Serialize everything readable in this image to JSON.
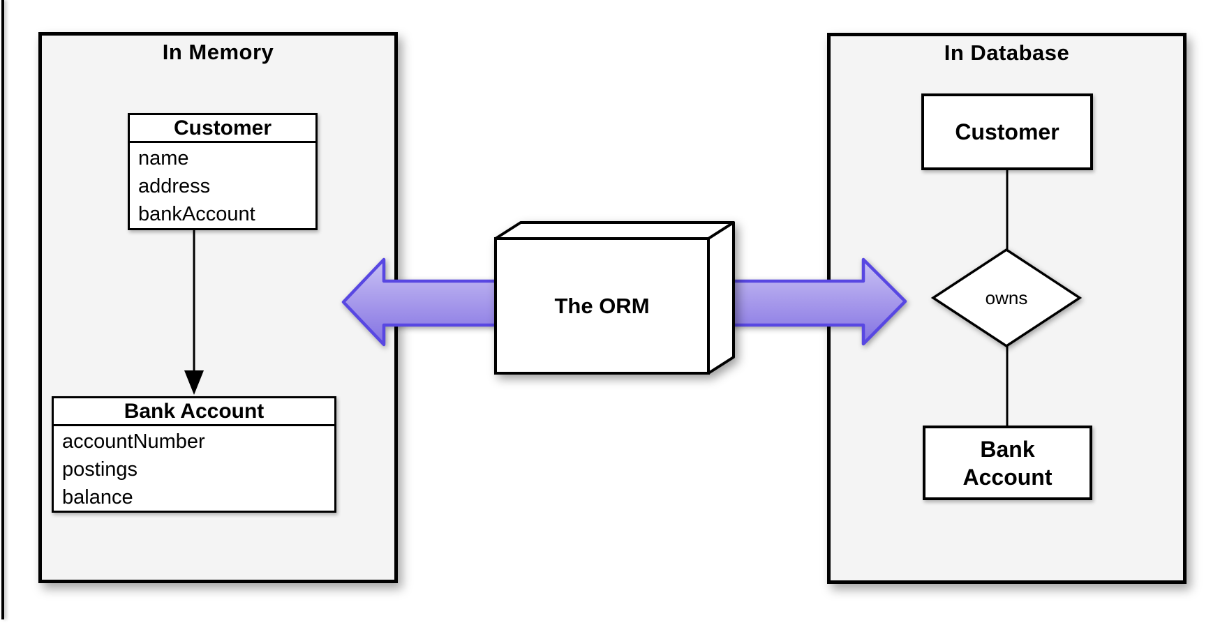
{
  "left_panel": {
    "title": "In Memory",
    "customer_class": {
      "title": "Customer",
      "attributes": [
        "name",
        "address",
        "bankAccount"
      ]
    },
    "bank_account_class": {
      "title": "Bank Account",
      "attributes": [
        "accountNumber",
        "postings",
        "balance"
      ]
    }
  },
  "center": {
    "orm_box_label": "The ORM"
  },
  "right_panel": {
    "title": "In Database",
    "customer_entity": {
      "label": "Customer"
    },
    "relationship": {
      "label": "owns"
    },
    "bank_account_entity": {
      "label": "Bank Account"
    }
  },
  "colors": {
    "arrow_border": "#5847e2",
    "arrow_fill_top": "#c9c2f4",
    "arrow_fill_mid": "#a395ea",
    "arrow_fill_bottom": "#8272e2",
    "panel_background": "#f4f4f4",
    "outline": "#000000"
  }
}
